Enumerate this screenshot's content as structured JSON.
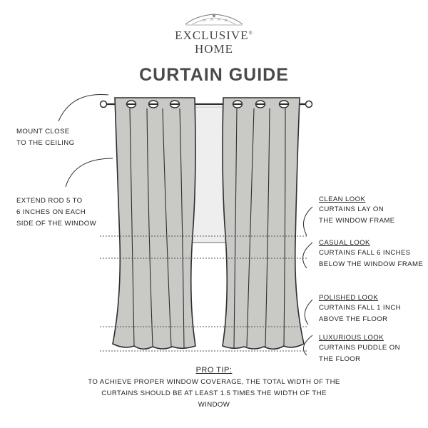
{
  "brand": {
    "line1": "EXCLUSIVE",
    "line2": "HOME",
    "trademark": "®"
  },
  "title": "CURTAIN GUIDE",
  "left_notes": {
    "mount": "MOUNT CLOSE\nTO THE CEILING",
    "extend": "EXTEND ROD 5 TO\n6 INCHES ON EACH\nSIDE OF THE WINDOW"
  },
  "looks": [
    {
      "heading": "CLEAN LOOK",
      "text": "CURTAINS LAY ON\nTHE WINDOW FRAME"
    },
    {
      "heading": "CASUAL LOOK",
      "text": "CURTAINS FALL 6 INCHES\nBELOW THE WINDOW FRAME"
    },
    {
      "heading": "POLISHED LOOK",
      "text": "CURTAINS FALL 1 INCH\nABOVE THE FLOOR"
    },
    {
      "heading": "LUXURIOUS LOOK",
      "text": "CURTAINS PUDDLE ON\nTHE FLOOR"
    }
  ],
  "pro_tip": {
    "heading": "PRO TIP:",
    "text": "To achieve proper window coverage, the total width of the curtains should be at least 1.5 times the width of the window"
  },
  "colors": {
    "curtain_fill": "#c9c9c6",
    "outline": "#2e2e2e",
    "window_fill": "#eeeeee",
    "text": "#222222"
  }
}
